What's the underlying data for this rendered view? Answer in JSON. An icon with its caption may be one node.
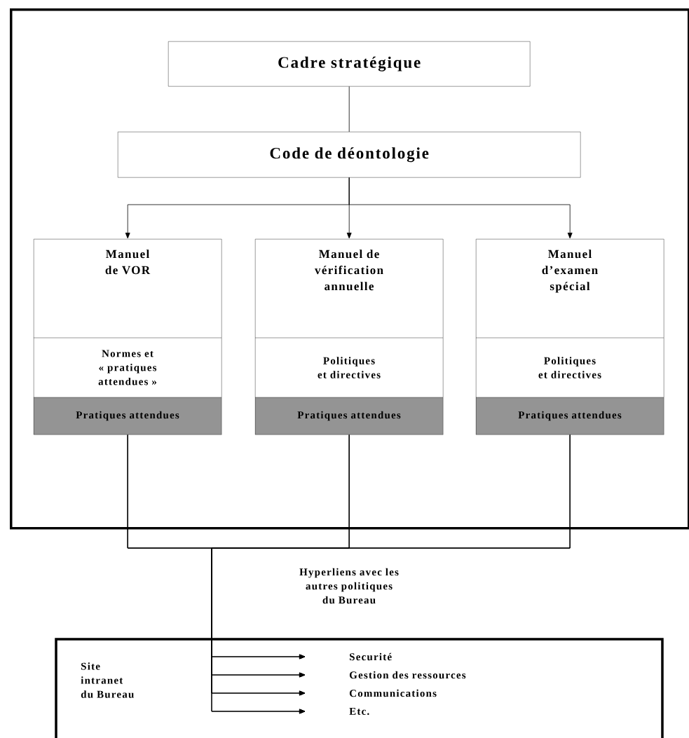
{
  "diagram": {
    "nodes": [
      {
        "text": [],
        "shape": "box"
      },
      {
        "text": [
          "Cadre stratégique"
        ],
        "in": 0
      },
      {
        "text": [
          "Code de déontologie"
        ],
        "in": 0
      },
      {
        "text": [
          "Manuel de VOR",
          "Normes et « pratiques attendues »",
          "Pratiques attendues"
        ],
        "in": 0
      },
      {
        "text": [
          "Manuel de vérification annuelle",
          "Politiques et directives",
          "Pratiques attendues"
        ],
        "in": 0
      },
      {
        "text": [
          "Manuel d’examen spécial",
          "Politiques et directives",
          "Pratiques attendues"
        ],
        "in": 0
      },
      {
        "text": [
          "Site intranet du Bureau"
        ]
      },
      {
        "text": [
          "Securité"
        ],
        "in": 6
      },
      {
        "text": [
          "Gestion des ressources"
        ],
        "in": 6
      },
      {
        "text": [
          "Communications"
        ],
        "in": 6
      },
      {
        "text": [
          "Etc."
        ],
        "in": 6
      }
    ],
    "edges": [
      {
        "from": 1,
        "to": 2,
        "arrow": "none"
      },
      {
        "from": 2,
        "to": 3,
        "arrow": "to"
      },
      {
        "from": 2,
        "to": 4,
        "arrow": "to"
      },
      {
        "from": 2,
        "to": 5,
        "arrow": "to"
      },
      {
        "from": 3,
        "to": 7,
        "arrow": "to"
      },
      {
        "from": 3,
        "to": 8,
        "arrow": "to"
      },
      {
        "from": 3,
        "to": 9,
        "arrow": "to"
      },
      {
        "from": 3,
        "to": 10,
        "arrow": "to"
      },
      {
        "from": 4,
        "to": 7,
        "arrow": "to"
      },
      {
        "from": 4,
        "to": 8,
        "arrow": "to"
      },
      {
        "from": 4,
        "to": 9,
        "arrow": "to"
      },
      {
        "from": 4,
        "to": 10,
        "arrow": "to"
      },
      {
        "from": 5,
        "to": 7,
        "arrow": "to"
      },
      {
        "from": 5,
        "to": 8,
        "arrow": "to"
      },
      {
        "from": 5,
        "to": 9,
        "arrow": "to"
      },
      {
        "from": 5,
        "to": 10,
        "arrow": "to"
      }
    ],
    "labels": [
      "Hyperliens avec les autres politiques du Bureau"
    ]
  }
}
